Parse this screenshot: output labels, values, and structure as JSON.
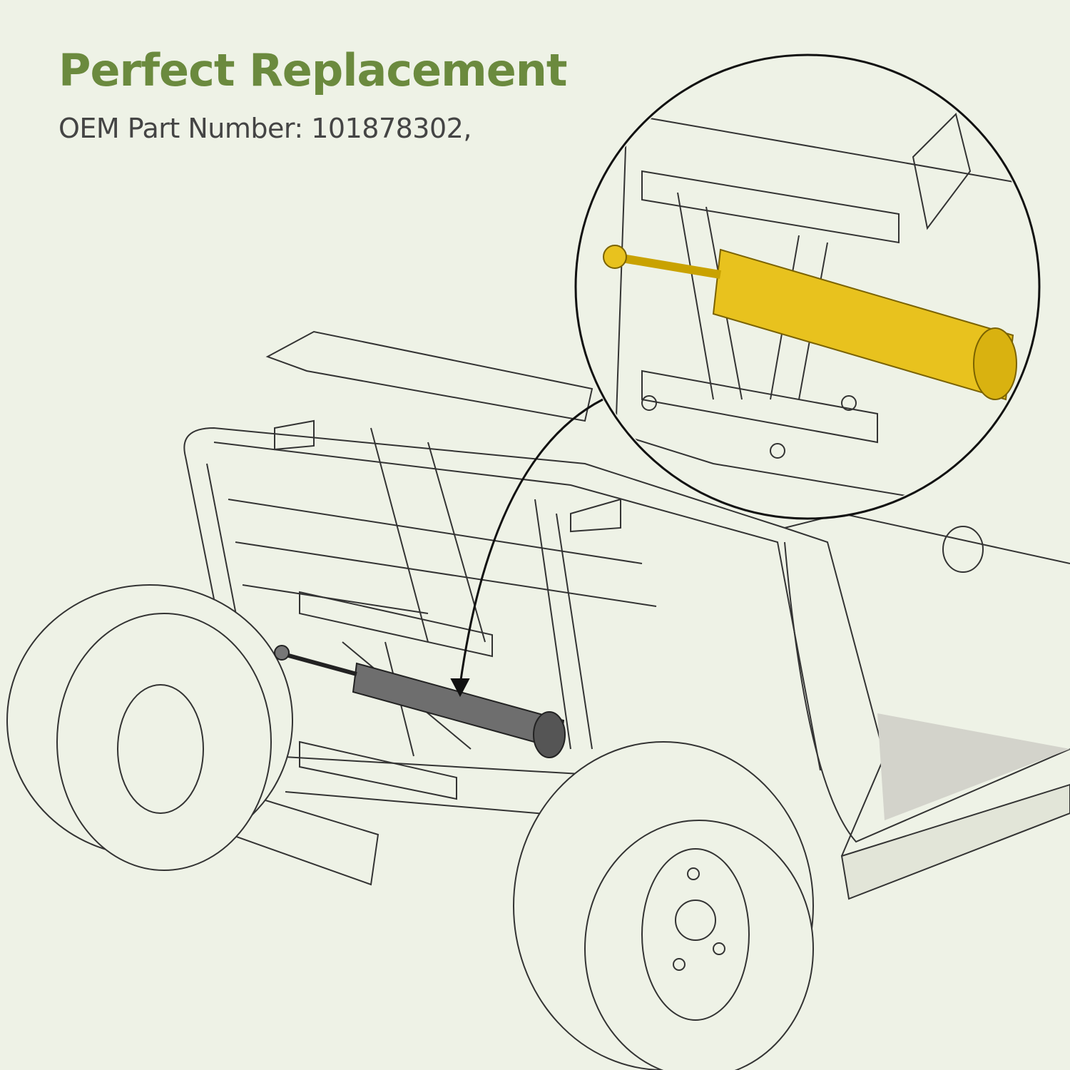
{
  "header": {
    "title": "Perfect Replacement",
    "subtitle": "OEM Part Number: 101878302,"
  },
  "colors": {
    "background": "#eef2e6",
    "title": "#6b8a3e",
    "subtitle": "#444444",
    "highlight_part": "#e8c21e",
    "part_gray": "#6e6e6e"
  },
  "illustration": {
    "subject": "steering-rack",
    "callout": "zoom-circle"
  }
}
